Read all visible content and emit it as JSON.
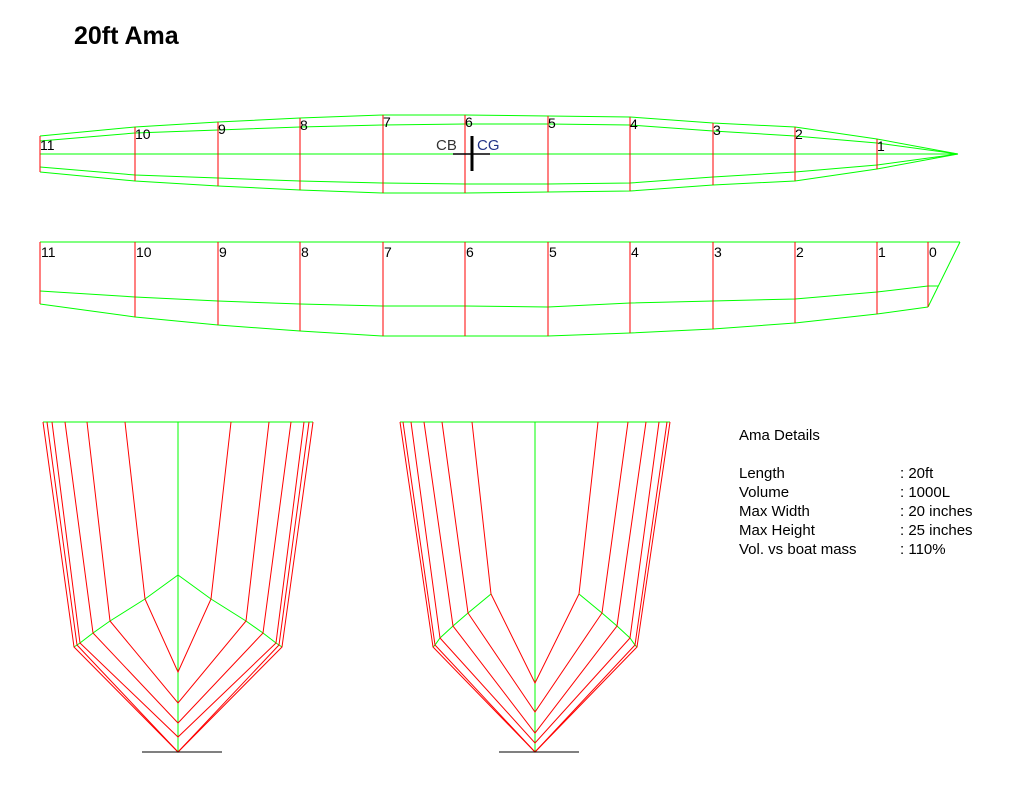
{
  "title": "20ft Ama",
  "stations": [
    "11",
    "10",
    "9",
    "8",
    "7",
    "6",
    "5",
    "4",
    "3",
    "2",
    "1",
    "0"
  ],
  "markers": {
    "cb": "CB",
    "cg": "CG"
  },
  "details": {
    "heading": "Ama Details",
    "rows": [
      {
        "label": "Length",
        "value": ": 20ft"
      },
      {
        "label": "Volume",
        "value": ": 1000L"
      },
      {
        "label": "Max Width",
        "value": ": 20 inches"
      },
      {
        "label": "Max Height",
        "value": ": 25 inches"
      },
      {
        "label": "Vol. vs boat mass",
        "value": ": 110%"
      }
    ]
  },
  "colors": {
    "lines": "#00ff00",
    "stations": "#ff0000",
    "marker": "#000000"
  }
}
